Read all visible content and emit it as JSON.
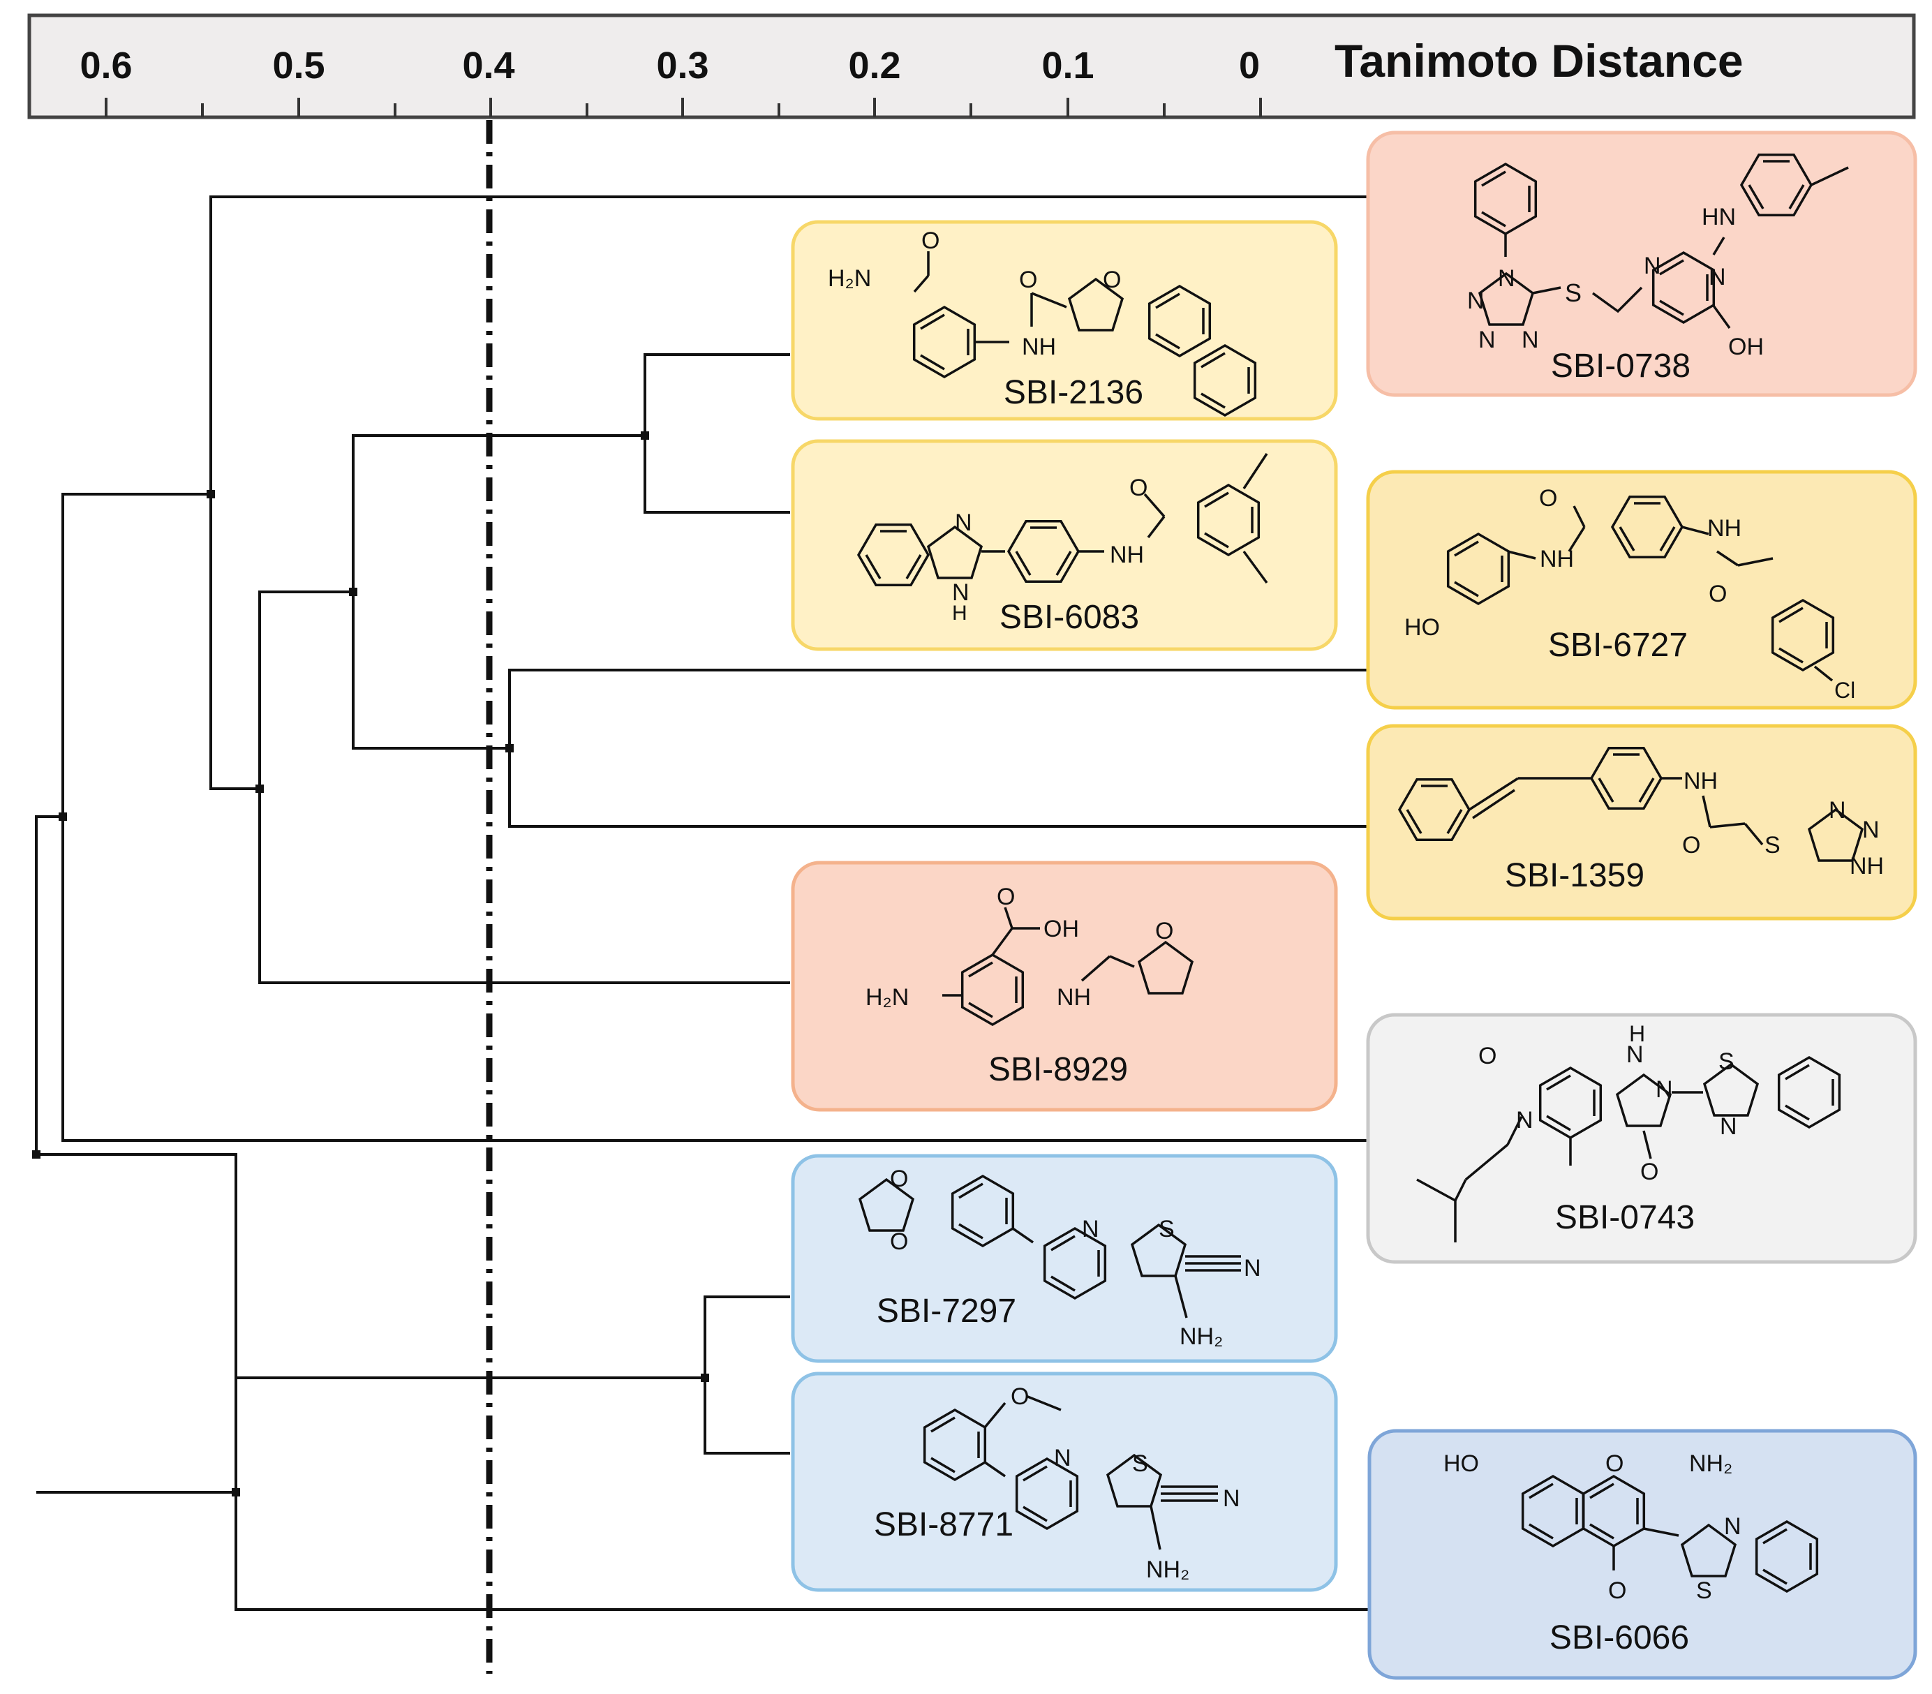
{
  "axis": {
    "title": "Tanimoto Distance",
    "ticks": [
      "0.6",
      "0.5",
      "0.4",
      "0.3",
      "0.2",
      "0.1",
      "0"
    ]
  },
  "compounds": {
    "sbi_0738": {
      "label": "SBI-0738",
      "color": "#fbd6c8",
      "border": "#f6bea6"
    },
    "sbi_2136": {
      "label": "SBI-2136",
      "color": "#fff1c6",
      "border": "#f7d768"
    },
    "sbi_6083": {
      "label": "SBI-6083",
      "color": "#fff1c6",
      "border": "#f7d768"
    },
    "sbi_6727": {
      "label": "SBI-6727",
      "color": "#fce9b4",
      "border": "#f5cf4a"
    },
    "sbi_1359": {
      "label": "SBI-1359",
      "color": "#fce9b4",
      "border": "#f5cf4a"
    },
    "sbi_8929": {
      "label": "SBI-8929",
      "color": "#fbd6c6",
      "border": "#f4b28c"
    },
    "sbi_0743": {
      "label": "SBI-0743",
      "color": "#f2f2f2",
      "border": "#c8c8c8"
    },
    "sbi_7297": {
      "label": "SBI-7297",
      "color": "#dce9f6",
      "border": "#8ec2e6"
    },
    "sbi_8771": {
      "label": "SBI-8771",
      "color": "#dce9f6",
      "border": "#8ec2e6"
    },
    "sbi_6066": {
      "label": "SBI-6066",
      "color": "#d5e1f2",
      "border": "#7ea5d8"
    }
  },
  "atoms": {
    "o": "O",
    "n": "N",
    "s": "S",
    "h": "H",
    "cl": "Cl",
    "nh": "NH",
    "oh": "OH",
    "ho": "HO",
    "hn": "HN",
    "h2n": "H₂N",
    "nh2": "NH₂"
  },
  "threshold": 0.4
}
